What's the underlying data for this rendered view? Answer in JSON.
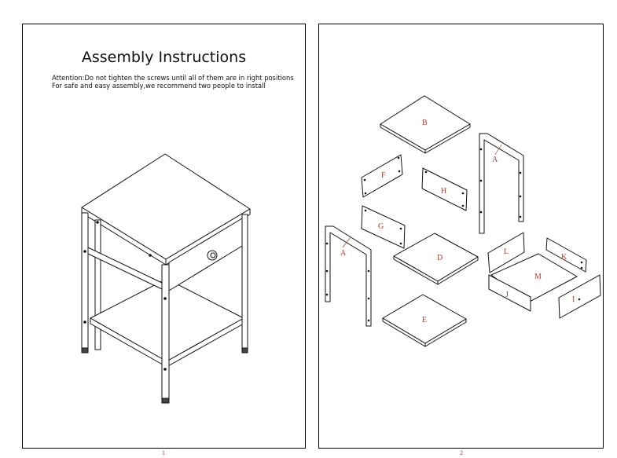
{
  "page1": {
    "title": "Assembly Instructions",
    "notes": [
      "Attention:Do not tighten the screws until all of them are in right positions",
      "For safe and easy assembly,we recommend two people to install"
    ],
    "page_number": "1"
  },
  "page2": {
    "page_number": "2",
    "part_labels": {
      "A1": "A",
      "A2": "A",
      "B": "B",
      "D": "D",
      "E": "E",
      "F": "F",
      "G": "G",
      "H": "H",
      "I": "I",
      "J": "J",
      "K": "K",
      "L": "L",
      "M": "M"
    }
  }
}
